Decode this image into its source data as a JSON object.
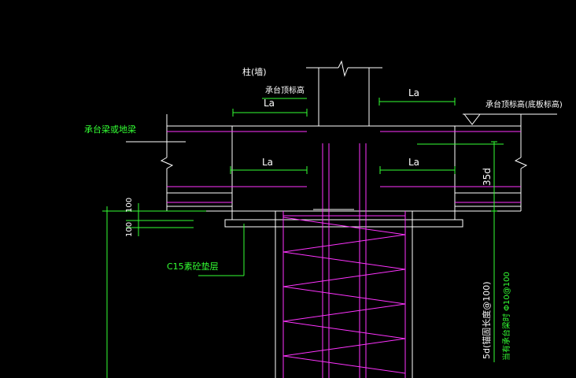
{
  "labels": {
    "column_wall": "柱(墙)",
    "cap_top_elev": "承台顶标高",
    "cap_top_elev_right": "承台顶标高(底板标高)",
    "cap_beam": "承台梁或地梁",
    "la_top_left": "La",
    "la_top_right": "La",
    "la_mid_left": "La",
    "la_mid_right": "La",
    "dim_100_upper": "100",
    "dim_100_lower": "100",
    "dim_35d": "35d",
    "cushion": "C15素砼垫层",
    "stirrup_spec": "5d(锚固长度@100)",
    "stirrup_note": "当有承台梁时 Φ10@100"
  },
  "colors": {
    "line_white": "#ffffff",
    "rebar_magenta": "#ff33ff",
    "dimension_green": "#33ff33",
    "background": "#000000"
  }
}
